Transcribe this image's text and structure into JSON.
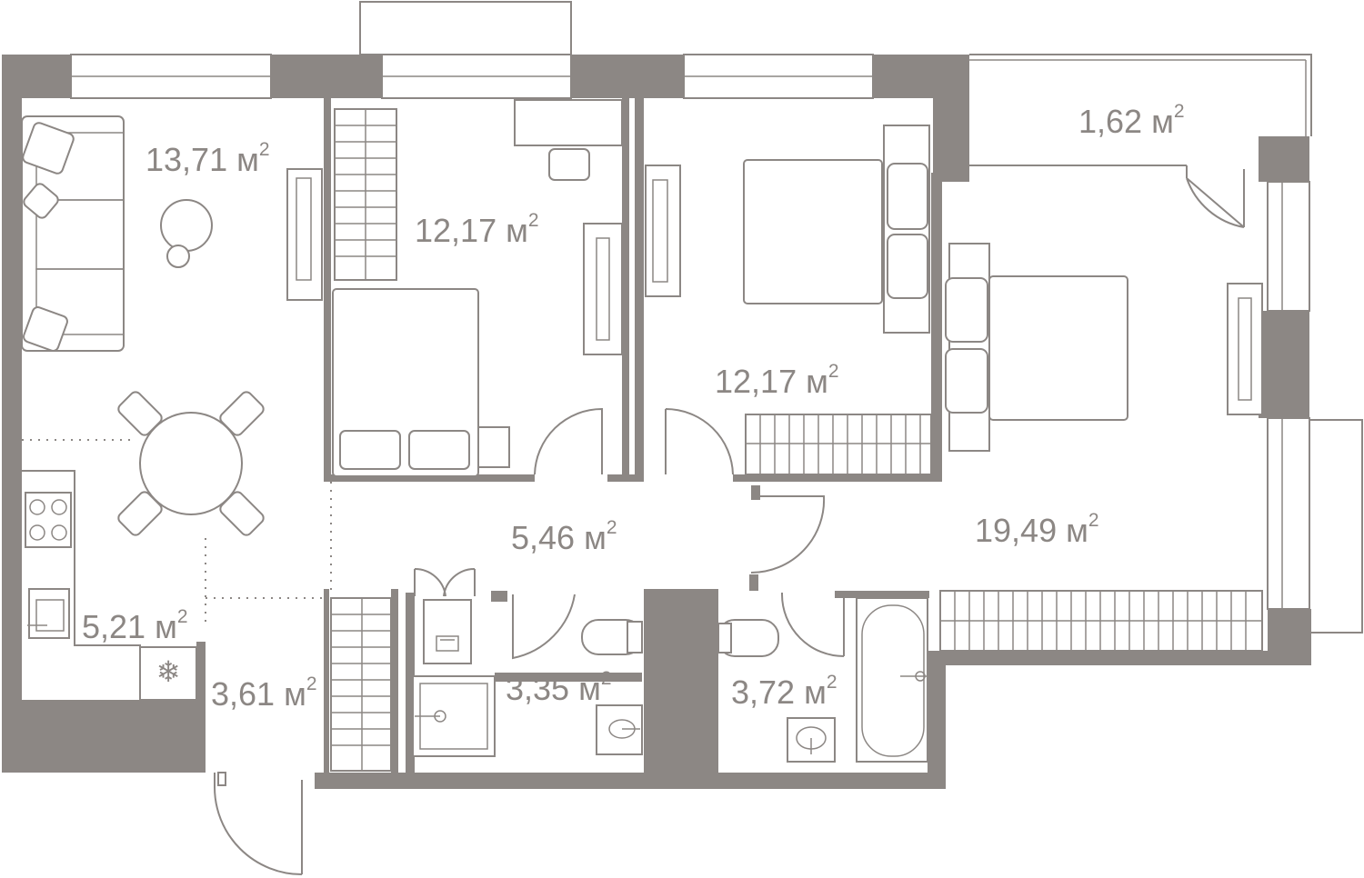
{
  "unit": "м",
  "unit_power": "2",
  "rooms": [
    {
      "id": "living",
      "area": "13,71"
    },
    {
      "id": "bedroom-1",
      "area": "12,17"
    },
    {
      "id": "bedroom-2",
      "area": "12,17"
    },
    {
      "id": "balcony",
      "area": "1,62"
    },
    {
      "id": "master-bedroom",
      "area": "19,49"
    },
    {
      "id": "hall",
      "area": "5,46"
    },
    {
      "id": "kitchen",
      "area": "5,21"
    },
    {
      "id": "entrance",
      "area": "3,61"
    },
    {
      "id": "bathroom-1",
      "area": "3,35"
    },
    {
      "id": "bathroom-2",
      "area": "3,72"
    }
  ],
  "colors": {
    "wall": "#8c8784",
    "background": "#ffffff"
  },
  "icons": [
    "sofa-icon",
    "coffee-table-icon",
    "bed-icon",
    "dining-table-icon",
    "stove-icon",
    "sink-icon",
    "fridge-icon",
    "toilet-icon",
    "bathtub-icon",
    "shower-icon",
    "washing-machine-icon",
    "wardrobe-icon",
    "desk-icon",
    "door-icon"
  ]
}
